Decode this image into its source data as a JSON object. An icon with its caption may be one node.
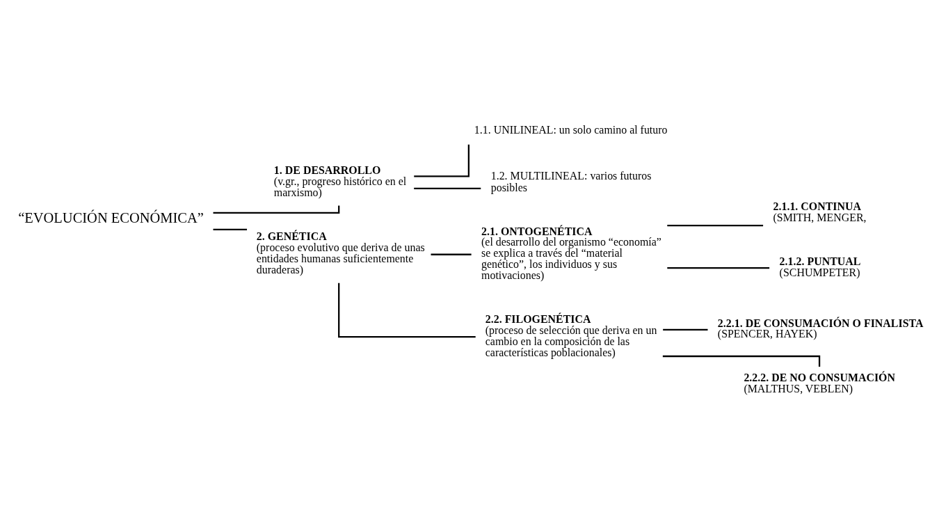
{
  "diagram": {
    "nodes": [
      {
        "text": [
          "“EVOLUCIÓN ECONÓMICA”"
        ]
      },
      {
        "text": [
          "1. DE DESARROLLO",
          "(v.gr., progreso histórico en el marxismo)"
        ]
      },
      {
        "text": [
          "2. GENÉTICA",
          "(proceso evolutivo que deriva de unas entidades humanas suficientemente duraderas)"
        ]
      },
      {
        "text": [
          "1.1. UNILINEAL: un solo camino al futuro"
        ]
      },
      {
        "text": [
          "1.2. MULTILINEAL: varios futuros posibles"
        ]
      },
      {
        "text": [
          "2.1. ONTOGENÉTICA",
          "(el desarrollo del organismo “economía” se explica a través del “material genético”, los individuos y sus motivaciones)"
        ]
      },
      {
        "text": [
          "2.2. FILOGENÉTICA",
          "(proceso de selección que deriva en un cambio en la composición de las características poblacionales)"
        ]
      },
      {
        "text": [
          "2.1.1. CONTINUA",
          "(SMITH, MENGER,"
        ]
      },
      {
        "text": [
          "2.1.2. PUNTUAL",
          "(SCHUMPETER)"
        ]
      },
      {
        "text": [
          "2.2.1. DE CONSUMACIÓN O FINALISTA",
          "(SPENCER, HAYEK)"
        ]
      },
      {
        "text": [
          "2.2.2. DE NO CONSUMACIÓN",
          "(MALTHUS, VEBLEN)"
        ]
      }
    ],
    "edges": [
      {
        "from": 0,
        "to": 1,
        "arrow": "none"
      },
      {
        "from": 0,
        "to": 2,
        "arrow": "none"
      },
      {
        "from": 1,
        "to": 3,
        "arrow": "none"
      },
      {
        "from": 1,
        "to": 4,
        "arrow": "none"
      },
      {
        "from": 2,
        "to": 5,
        "arrow": "none"
      },
      {
        "from": 2,
        "to": 6,
        "arrow": "none"
      },
      {
        "from": 5,
        "to": 7,
        "arrow": "none"
      },
      {
        "from": 5,
        "to": 8,
        "arrow": "none"
      },
      {
        "from": 6,
        "to": 9,
        "arrow": "none"
      },
      {
        "from": 6,
        "to": 10,
        "arrow": "none"
      }
    ]
  }
}
